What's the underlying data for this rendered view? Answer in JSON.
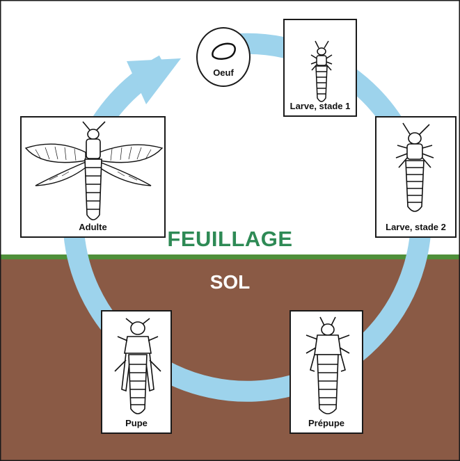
{
  "labels": {
    "egg": "Oeuf",
    "larva1": "Larve, stade 1",
    "larva2": "Larve, stade 2",
    "prepupa": "Prépupe",
    "pupa": "Pupe",
    "adult": "Adulte"
  },
  "zones": {
    "foliage": "FEUILLAGE",
    "soil": "SOL"
  },
  "colors": {
    "foliage_background": "#ffffff",
    "soil_background": "#8a5a45",
    "ground_line": "#4f8f3a",
    "cycle_arrow": "#9dd3ec",
    "foliage_text": "#2e8a55",
    "soil_text": "#ffffff",
    "frame": "#1a1a1a"
  }
}
